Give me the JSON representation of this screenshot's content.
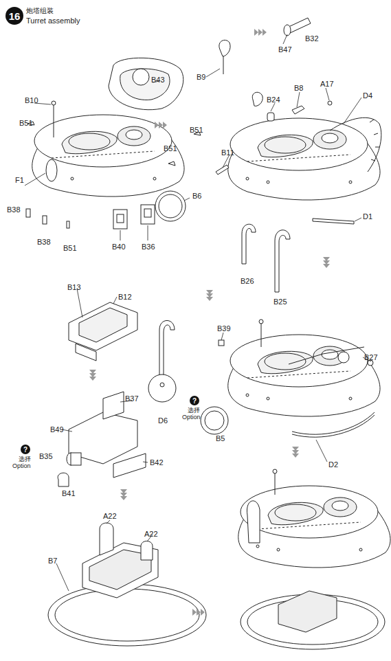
{
  "diagram": {
    "title": "炮塔组装",
    "nodes": [
      {
        "text": [
          "16"
        ]
      },
      {
        "text": [
          "?"
        ]
      },
      {
        "text": [
          "?"
        ]
      }
    ],
    "labels": [
      "Turret assembly",
      "B43",
      "B10",
      "B51",
      "B51",
      "F1",
      "B6",
      "B38",
      "B38",
      "B51",
      "B40",
      "B36",
      "B47",
      "B32",
      "B9",
      "B24",
      "B8",
      "A17",
      "D4",
      "B51",
      "B11",
      "D1",
      "B26",
      "B25",
      "B13",
      "B12",
      "B37",
      "B49",
      "选择",
      "Option",
      "B35",
      "B42",
      "B41",
      "D6",
      "选择",
      "Option",
      "B5",
      "B39",
      "B27",
      "D2",
      "A22",
      "A22",
      "B7"
    ]
  }
}
